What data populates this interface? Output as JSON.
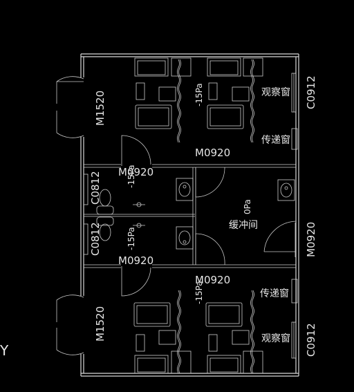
{
  "labels": {
    "door_m1520": "M1520",
    "door_m0920": "M0920",
    "window_c0912": "C0912",
    "window_c0812": "C0812",
    "pressure_neg15": "-15Pa",
    "pressure_zero": "0Pa",
    "buffer_room": "缓冲间",
    "observation_window": "观察窗",
    "pass_box": "传递窗",
    "axis_y": "Y"
  }
}
